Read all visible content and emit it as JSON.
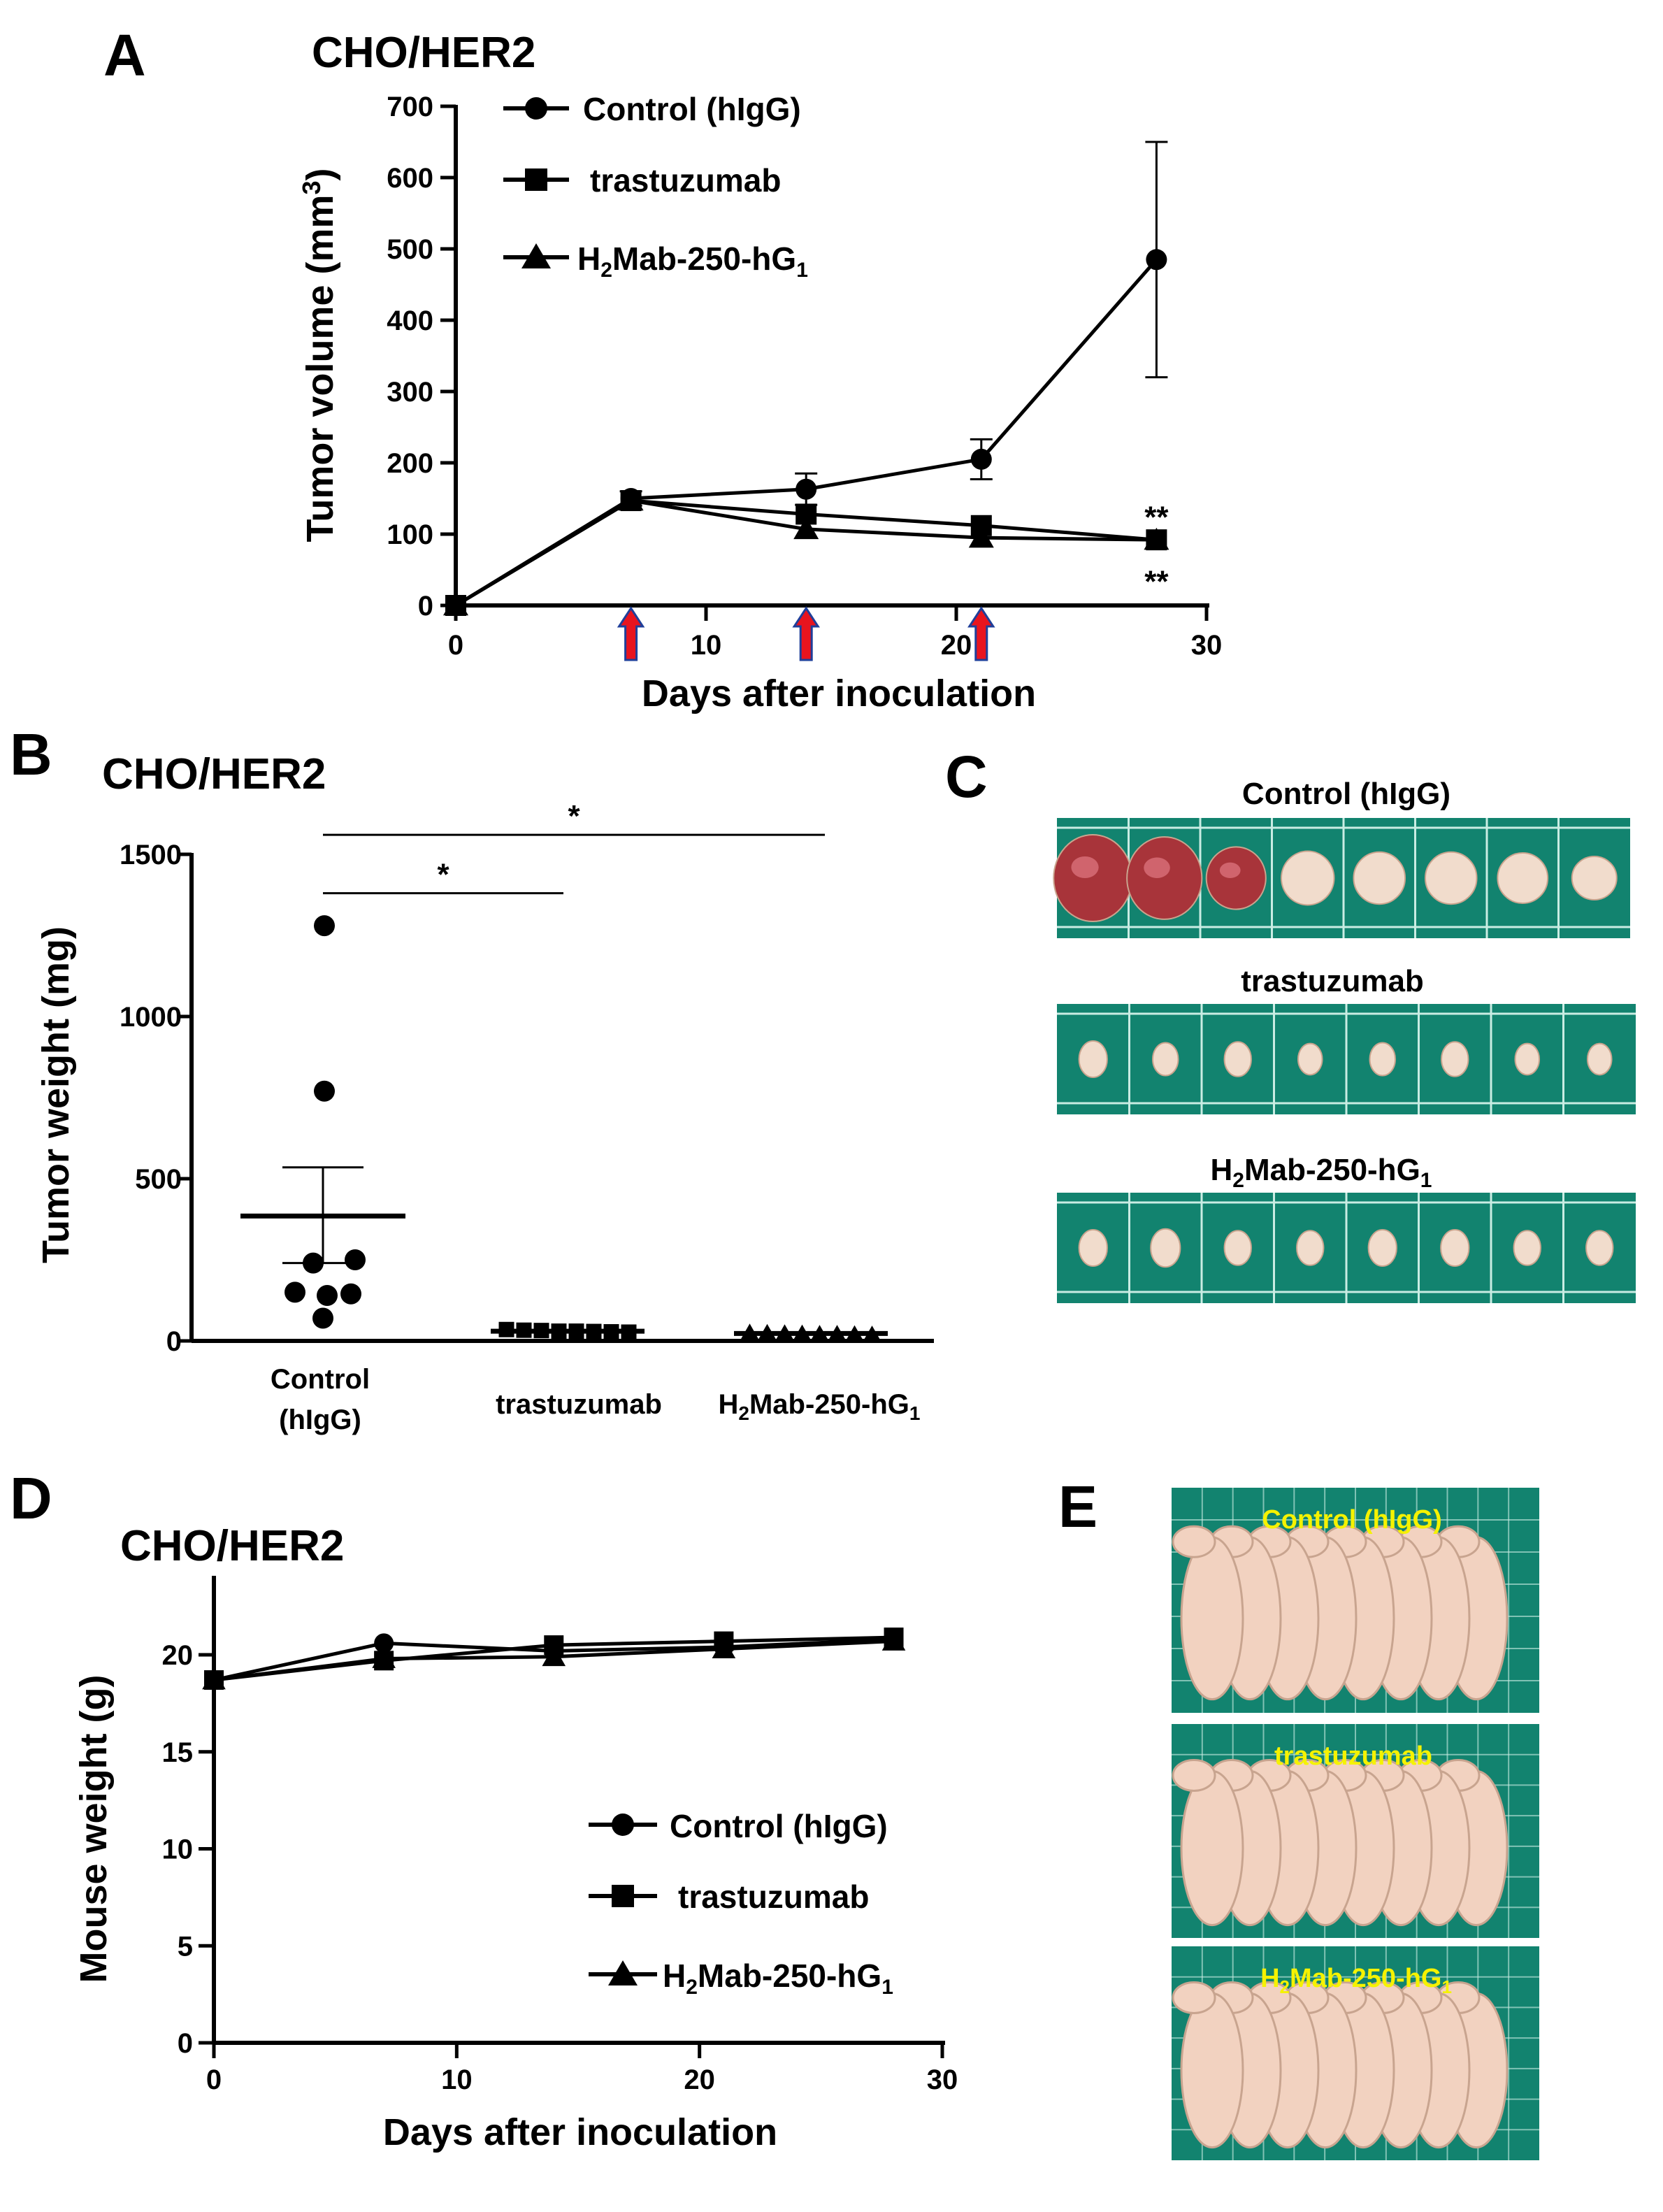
{
  "colors": {
    "ink": "#000000",
    "arrow_fill": "#e8141e",
    "arrow_outline": "#1f3f9a",
    "mat_green": "#12836f",
    "mat_grid": "#c9ece3",
    "tissue_pale": "#f1dccc",
    "tissue_red": "#a8343a",
    "mouse_skin": "#f2d2c0",
    "label_yellow": "#f5f200"
  },
  "panel_letters": {
    "a": "A",
    "b": "B",
    "c": "C",
    "d": "D",
    "e": "E"
  },
  "legend_labels": {
    "control": "Control (hIgG)",
    "trastuzumab": "trastuzumab",
    "h2mab_prefix": "H",
    "h2mab_sub1": "2",
    "h2mab_mid": "Mab-250-hG",
    "h2mab_sub2": "1"
  },
  "chart_data": [
    {
      "panel": "A",
      "type": "line",
      "title": "CHO/HER2",
      "xlabel": "Days after inoculation",
      "ylabel_main": "Tumor volume (mm",
      "ylabel_sup": "3",
      "ylabel_end": ")",
      "xlim": [
        0,
        30
      ],
      "ylim": [
        0,
        700
      ],
      "xticks": [
        0,
        10,
        20,
        30
      ],
      "yticks": [
        0,
        100,
        200,
        300,
        400,
        500,
        600,
        700
      ],
      "legend_position": "top-left",
      "series": [
        {
          "key": "control",
          "marker": "circle",
          "x": [
            0,
            7,
            14,
            21,
            28
          ],
          "y": [
            0,
            150,
            163,
            205,
            485
          ],
          "err": [
            0,
            10,
            22,
            28,
            165
          ]
        },
        {
          "key": "trastuzumab",
          "marker": "square",
          "x": [
            0,
            7,
            14,
            21,
            28
          ],
          "y": [
            0,
            147,
            128,
            112,
            92
          ],
          "err": [
            0,
            0,
            0,
            0,
            0
          ]
        },
        {
          "key": "h2mab",
          "marker": "triangle",
          "x": [
            0,
            7,
            14,
            21,
            28
          ],
          "y": [
            0,
            147,
            107,
            95,
            92
          ],
          "err": [
            0,
            0,
            0,
            0,
            0
          ]
        }
      ],
      "treatment_days": [
        7,
        14,
        21
      ],
      "significance": [
        {
          "text": "**",
          "x": 28,
          "y": 125
        },
        {
          "text": "**",
          "x": 28,
          "y": 35
        }
      ]
    },
    {
      "panel": "B",
      "type": "scatter",
      "title": "CHO/HER2",
      "ylabel": "Tumor weight (mg)",
      "ylim": [
        0,
        1500
      ],
      "yticks": [
        0,
        500,
        1000,
        1500
      ],
      "groups": [
        {
          "key": "control",
          "line1": "Control",
          "line2": "(hIgG)",
          "marker": "circle",
          "values": [
            1280,
            770,
            250,
            240,
            150,
            145,
            140,
            70
          ],
          "mean": 385,
          "sem_low": 240,
          "sem_high": 535
        },
        {
          "key": "trastuzumab",
          "marker": "square",
          "values": [
            35,
            33,
            32,
            30,
            30,
            29,
            28,
            27
          ],
          "mean": 30,
          "sem_low": 28,
          "sem_high": 33
        },
        {
          "key": "h2mab",
          "marker": "triangle",
          "values": [
            26,
            25,
            24,
            23,
            22,
            22,
            21,
            20
          ],
          "mean": 23,
          "sem_low": 21,
          "sem_high": 25
        }
      ],
      "brackets": [
        {
          "text": "*",
          "from": 0,
          "to": 1,
          "y": 1380
        },
        {
          "text": "*",
          "from": 0,
          "to": 2,
          "y": 1560
        }
      ]
    },
    {
      "panel": "D",
      "type": "line",
      "title": "CHO/HER2",
      "xlabel": "Days after inoculation",
      "ylabel": "Mouse weight (g)",
      "xlim": [
        0,
        30
      ],
      "ylim": [
        0,
        24
      ],
      "xticks": [
        0,
        10,
        20,
        30
      ],
      "yticks": [
        0,
        5,
        10,
        15,
        20
      ],
      "legend_position": "bottom-right",
      "series": [
        {
          "key": "control",
          "marker": "circle",
          "x": [
            0,
            7,
            14,
            21,
            28
          ],
          "y": [
            18.7,
            20.6,
            20.2,
            20.4,
            20.8
          ]
        },
        {
          "key": "trastuzumab",
          "marker": "square",
          "x": [
            0,
            7,
            14,
            21,
            28
          ],
          "y": [
            18.7,
            19.7,
            20.5,
            20.7,
            20.9
          ]
        },
        {
          "key": "h2mab",
          "marker": "triangle",
          "x": [
            0,
            7,
            14,
            21,
            28
          ],
          "y": [
            18.7,
            19.8,
            19.9,
            20.3,
            20.7
          ]
        }
      ]
    }
  ],
  "tumor_photos": [
    {
      "key": "control",
      "count": 8,
      "sizes": [
        1.0,
        0.95,
        0.72,
        0.62,
        0.6,
        0.6,
        0.58,
        0.5
      ],
      "reddish": [
        true,
        true,
        true,
        false,
        false,
        false,
        false,
        false
      ]
    },
    {
      "key": "trastuzumab",
      "count": 8,
      "sizes": [
        0.42,
        0.38,
        0.4,
        0.36,
        0.38,
        0.4,
        0.36,
        0.36
      ],
      "reddish": [
        false,
        false,
        false,
        false,
        false,
        false,
        false,
        false
      ]
    },
    {
      "key": "h2mab",
      "count": 8,
      "sizes": [
        0.42,
        0.44,
        0.4,
        0.4,
        0.42,
        0.42,
        0.4,
        0.4
      ],
      "reddish": [
        false,
        false,
        false,
        false,
        false,
        false,
        false,
        false
      ]
    }
  ],
  "mouse_photos": [
    {
      "key": "control",
      "count": 8
    },
    {
      "key": "trastuzumab",
      "count": 8
    },
    {
      "key": "h2mab",
      "count": 8
    }
  ]
}
